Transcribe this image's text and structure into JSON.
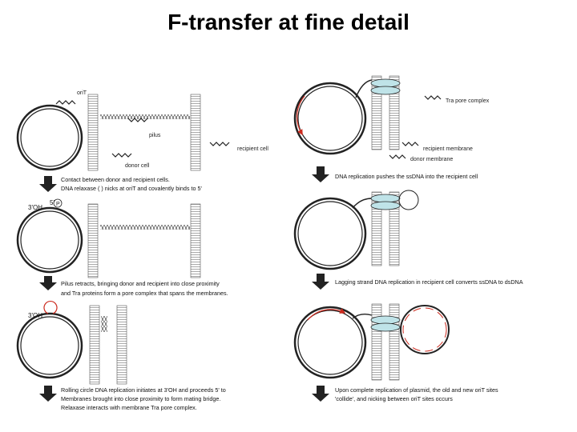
{
  "title": "F-transfer at fine detail",
  "colors": {
    "accent_red": "#cc2a1e",
    "pore_fill": "#bfe3e8",
    "dark": "#222222"
  },
  "panel1": {
    "oriT": "oriT",
    "pilus": "pilus",
    "recipient_cell": "recipient cell",
    "donor_cell": "donor cell",
    "caption": [
      "Contact between donor and recipient cells.",
      "DNA relaxase (  ) nicks at oriT and covalently binds to 5'",
      "Pilus retracts, bringing donor and recipient into close proximity",
      "and Tra proteins form a pore complex that spans the membranes."
    ]
  },
  "panel2": {
    "three_oh": "3'OH",
    "five_p": "5'",
    "p_mark": "P"
  },
  "panel3": {
    "three_oh": "3'OH",
    "caption": [
      "Rolling circle DNA replication initiates at 3'OH and proceeds 5' to",
      "Membranes brought into close proximity to form mating bridge.",
      "Relaxase interacts with membrane Tra pore complex."
    ]
  },
  "panel4": {
    "tra_pore": "Tra pore complex",
    "recipient_membrane": "recipient membrane",
    "donor_membrane": "donor membrane",
    "caption": [
      "DNA replication pushes the ssDNA into the recipient cell"
    ]
  },
  "panel5": {
    "caption": [
      "Lagging strand DNA replication in recipient cell converts ssDNA to dsDNA"
    ]
  },
  "panel6": {
    "caption": [
      "Upon complete replication of plasmid, the old and new oriT sites",
      "'collide', and nicking between oriT sites occurs"
    ]
  }
}
